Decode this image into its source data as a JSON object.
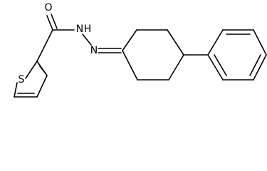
{
  "molecule": {
    "atoms": {
      "o": "O",
      "s": "S",
      "n1": "N",
      "h": "H",
      "n2": "N"
    }
  }
}
